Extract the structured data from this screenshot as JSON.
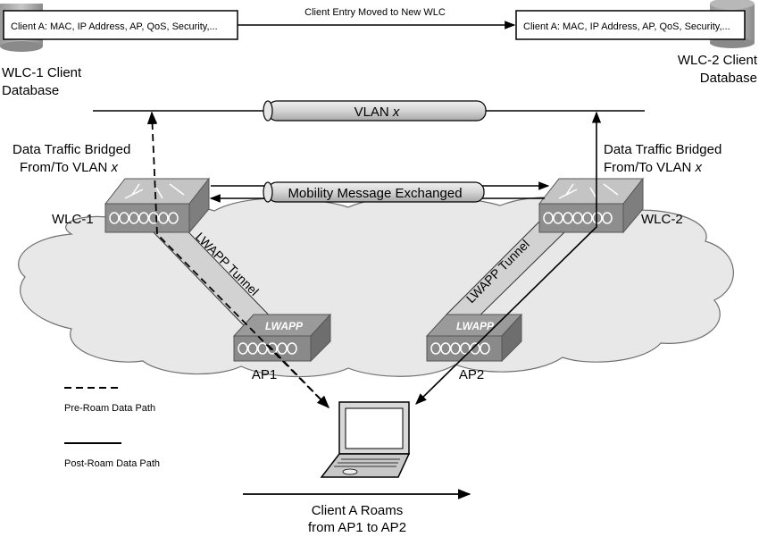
{
  "top": {
    "left_entry": "Client A: MAC, IP Address, AP, QoS, Security,...",
    "right_entry": "Client A: MAC, IP Address, AP, QoS, Security,...",
    "move_label": "Client Entry Moved to New WLC",
    "left_db_line1": "WLC-1 Client",
    "left_db_line2": "Database",
    "right_db_line1": "WLC-2 Client",
    "right_db_line2": "Database"
  },
  "vlan": {
    "label": "VLAN ",
    "var": "x"
  },
  "mobility": {
    "label": "Mobility Message Exchanged"
  },
  "bridged_left": {
    "line1": "Data Traffic Bridged",
    "line2": "From/To VLAN ",
    "var": "x"
  },
  "bridged_right": {
    "line1": "Data Traffic Bridged",
    "line2": "From/To VLAN ",
    "var": "x"
  },
  "wlc1": {
    "label": "WLC-1"
  },
  "wlc2": {
    "label": "WLC-2"
  },
  "tunnel_left": {
    "label": "LWAPP Tunnel"
  },
  "tunnel_right": {
    "label": "LWAPP Tunnel"
  },
  "ap1": {
    "label": "AP1",
    "badge": "LWAPP"
  },
  "ap2": {
    "label": "AP2",
    "badge": "LWAPP"
  },
  "legend": {
    "pre": "Pre-Roam Data Path",
    "post": "Post-Roam Data Path"
  },
  "roam": {
    "line1": "Client A Roams",
    "line2": "from AP1 to AP2"
  }
}
